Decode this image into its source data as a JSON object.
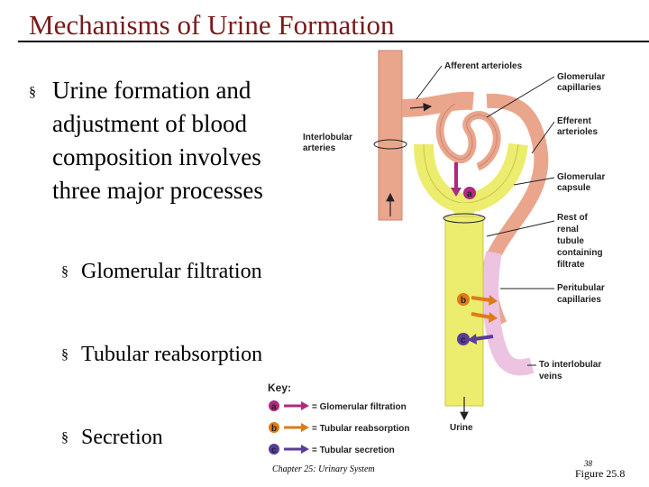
{
  "title": "Mechanisms of Urine Formation",
  "main_bullet": "Urine formation and adjustment of blood composition involves three major processes",
  "sub_bullets": [
    {
      "label": "Glomerular filtration"
    },
    {
      "label": "Tubular reabsorption"
    },
    {
      "label": "Secretion"
    }
  ],
  "bullet_marker": "§",
  "diagram": {
    "labels": {
      "afferent": "Afferent arterioles",
      "glomerular_caps_1": "Glomerular",
      "glomerular_caps_2": "capillaries",
      "interlobular_1": "Interlobular",
      "interlobular_2": "arteries",
      "efferent_1": "Efferent",
      "efferent_2": "arterioles",
      "glom_capsule_1": "Glomerular",
      "glom_capsule_2": "capsule",
      "rest_1": "Rest of",
      "rest_2": "renal",
      "rest_3": "tubule",
      "rest_4": "containing",
      "rest_5": "filtrate",
      "peritubular_1": "Peritubular",
      "peritubular_2": "capillaries",
      "veins_1": "To interlobular",
      "veins_2": "veins",
      "urine": "Urine"
    },
    "markers": {
      "a": "a",
      "b": "b",
      "c": "c"
    },
    "key": {
      "title": "Key:",
      "items": [
        {
          "letter": "a",
          "text": "= Glomerular filtration",
          "color": "#b0287f"
        },
        {
          "letter": "b",
          "text": "= Tubular reabsorption",
          "color": "#e07a16"
        },
        {
          "letter": "c",
          "text": "= Tubular secretion",
          "color": "#5a3c9a"
        }
      ]
    },
    "colors": {
      "artery": "#eaa68d",
      "tubule": "#ecec6e",
      "vein": "#ecc4e2",
      "filtration": "#b0287f",
      "reabsorption": "#e07a16",
      "secretion": "#5a3c9a"
    }
  },
  "footer": {
    "chapter": "Chapter 25: Urinary System",
    "page": "38",
    "figure": "Figure 25.8"
  }
}
